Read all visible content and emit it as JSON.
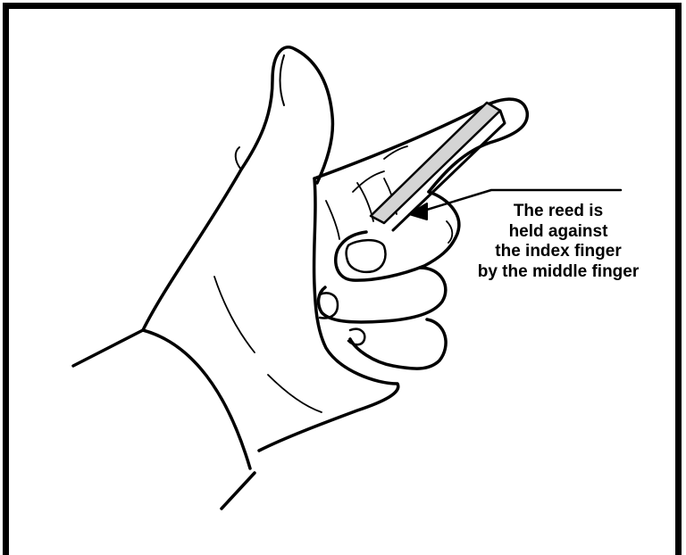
{
  "caption": {
    "lines": [
      "The reed is",
      "held against",
      "the index finger",
      "by the middle finger"
    ]
  },
  "colors": {
    "ink": "#000000",
    "reed_fill": "#d4d4d4",
    "background": "#ffffff"
  }
}
